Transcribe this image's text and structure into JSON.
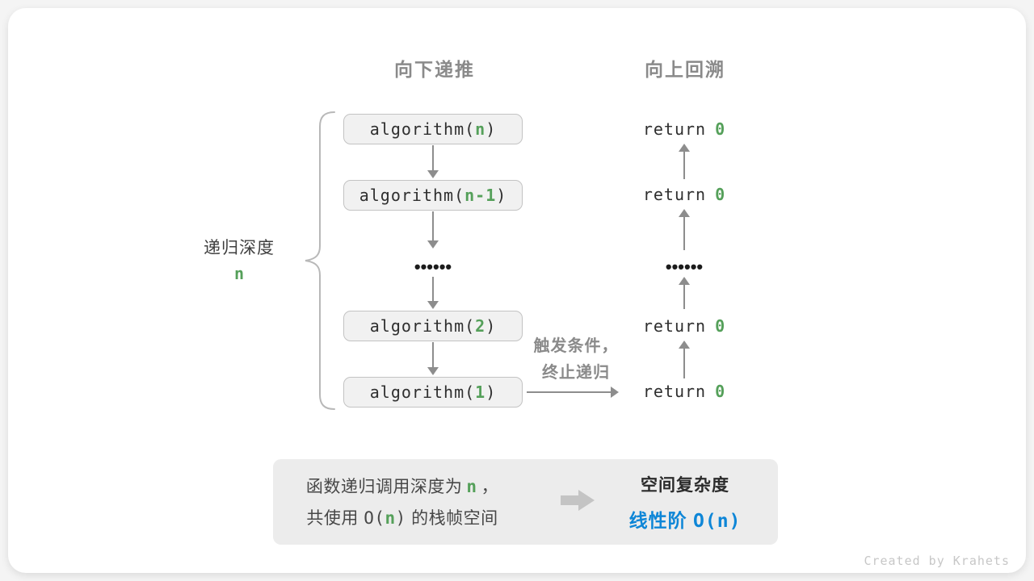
{
  "colors": {
    "green": "#55a05a",
    "blue": "#0e86d7",
    "arrow_gray": "#8d8d8d",
    "box_fill": "#f1f1f1",
    "box_border": "#c3c3c3",
    "summary_fill": "#ececec"
  },
  "headers": {
    "down": "向下递推",
    "up": "向上回溯"
  },
  "depth": {
    "label": "递归深度",
    "value": "n"
  },
  "stack": [
    {
      "pre": "algorithm(",
      "arg": "n",
      "post": ")"
    },
    {
      "pre": "algorithm(",
      "arg": "n-1",
      "post": ")"
    },
    {
      "pre": "algorithm(",
      "arg": "2",
      "post": ")"
    },
    {
      "pre": "algorithm(",
      "arg": "1",
      "post": ")"
    }
  ],
  "returns": [
    {
      "pre": "return",
      "val": "0"
    },
    {
      "pre": "return",
      "val": "0"
    },
    {
      "pre": "return",
      "val": "0"
    },
    {
      "pre": "return",
      "val": "0"
    }
  ],
  "ellipsis_left": "••••••",
  "ellipsis_right": "••••••",
  "trigger": {
    "line1": "触发条件，",
    "line2": "终止递归"
  },
  "summary": {
    "line1": {
      "pre": "函数递归调用深度为",
      "var": "n",
      "post": "，"
    },
    "line2": {
      "pre": "共使用 ",
      "code_open": "O(",
      "var": "n",
      "code_close": ")",
      "post": " 的栈帧空间"
    },
    "result": {
      "title": "空间复杂度",
      "value_text": "线性阶 ",
      "value_code": "O(n)"
    }
  },
  "footer": {
    "credit": "Created by Krahets"
  }
}
